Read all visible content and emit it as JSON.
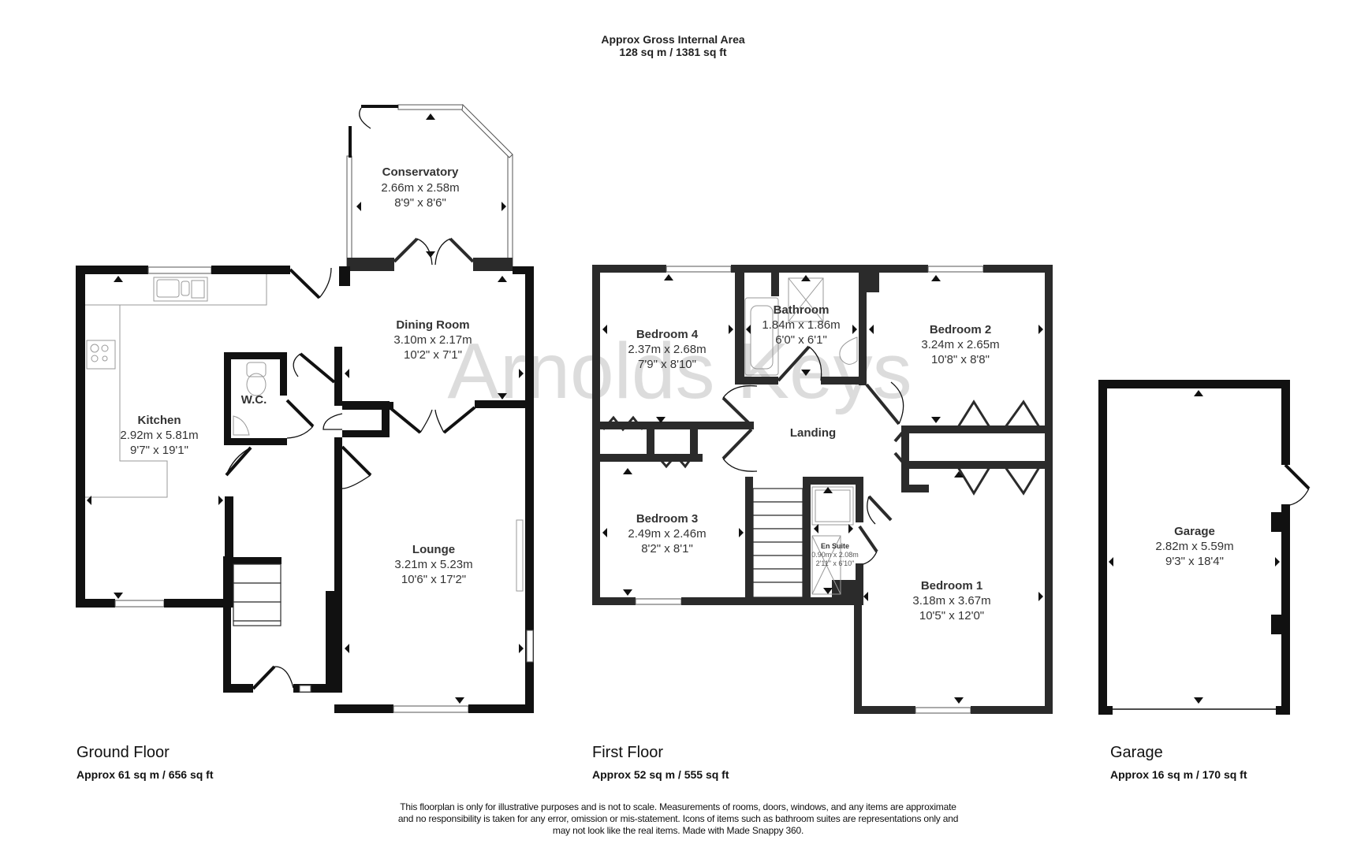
{
  "header": {
    "title": "Approx Gross Internal Area",
    "total_area": "128 sq m / 1381 sq ft"
  },
  "watermark": "Arnolds Keys",
  "floors": [
    {
      "name": "Ground Floor",
      "area": "Approx 61 sq m / 656 sq ft",
      "rooms": [
        {
          "name": "Conservatory",
          "metric": "2.66m x 2.58m",
          "imperial": "8'9\" x 8'6\""
        },
        {
          "name": "Dining Room",
          "metric": "3.10m x 2.17m",
          "imperial": "10'2\" x 7'1\""
        },
        {
          "name": "Kitchen",
          "metric": "2.92m x 5.81m",
          "imperial": "9'7\" x 19'1\""
        },
        {
          "name": "W.C.",
          "metric": "",
          "imperial": ""
        },
        {
          "name": "Lounge",
          "metric": "3.21m x 5.23m",
          "imperial": "10'6\" x 17'2\""
        }
      ]
    },
    {
      "name": "First Floor",
      "area": "Approx 52 sq m / 555 sq ft",
      "rooms": [
        {
          "name": "Bedroom 4",
          "metric": "2.37m x 2.68m",
          "imperial": "7'9\" x 8'10\""
        },
        {
          "name": "Bathroom",
          "metric": "1.84m x 1.86m",
          "imperial": "6'0\" x 6'1\""
        },
        {
          "name": "Bedroom 2",
          "metric": "3.24m x 2.65m",
          "imperial": "10'8\" x 8'8\""
        },
        {
          "name": "Landing",
          "metric": "",
          "imperial": ""
        },
        {
          "name": "Bedroom 3",
          "metric": "2.49m x 2.46m",
          "imperial": "8'2\" x 8'1\""
        },
        {
          "name": "En Suite",
          "metric": "0.90m x 2.08m",
          "imperial": "2'11\" x 6'10\""
        },
        {
          "name": "Bedroom 1",
          "metric": "3.18m x 3.67m",
          "imperial": "10'5\" x 12'0\""
        }
      ]
    },
    {
      "name": "Garage",
      "area": "Approx 16 sq m / 170 sq ft",
      "rooms": [
        {
          "name": "Garage",
          "metric": "2.82m x 5.59m",
          "imperial": "9'3\" x 18'4\""
        }
      ]
    }
  ],
  "disclaimer": {
    "line1": "This floorplan is only for illustrative purposes and is not to scale. Measurements of rooms, doors, windows, and any items are approximate",
    "line2": "and no responsibility is taken for any error, omission or mis-statement. Icons of items such as bathroom suites are representations only and",
    "line3": "may not look like the real items. Made with Made Snappy 360."
  },
  "colors": {
    "wall": "#111111",
    "wall_dark": "#2b2b2b",
    "fixture": "#9a9a9a",
    "watermark": "#d9d9d9",
    "text": "#333333"
  }
}
